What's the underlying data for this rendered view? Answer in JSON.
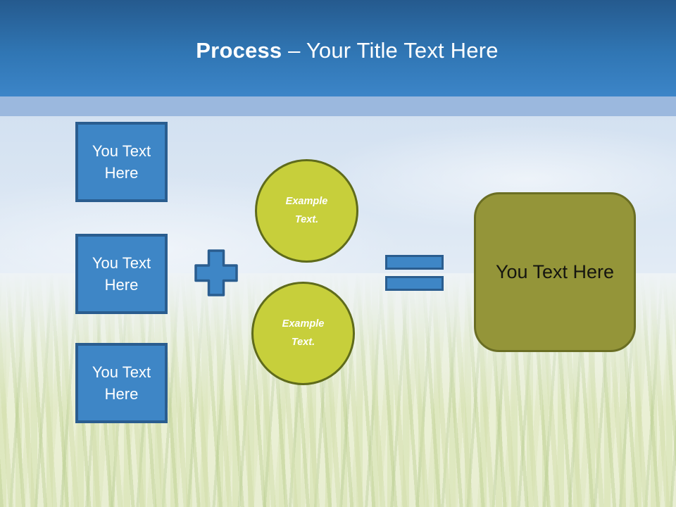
{
  "slide": {
    "title": {
      "bold": "Process",
      "rest": "– Your Title Text Here"
    },
    "inputs": [
      {
        "label": "You Text Here"
      },
      {
        "label": "You Text Here"
      },
      {
        "label": "You Text Here"
      }
    ],
    "operators": {
      "plus": "plus-sign",
      "equals": "equals-sign"
    },
    "examples": [
      {
        "label": "Example Text."
      },
      {
        "label": "Example Text."
      }
    ],
    "result": {
      "label": "You Text Here"
    },
    "colors": {
      "header_top": "#255a8e",
      "header_bottom": "#3c85c8",
      "subband": "#9bb8de",
      "shape_blue": "#3e86c6",
      "shape_blue_border": "#2a5d8f",
      "circle_fill": "#c7cf3b",
      "circle_border": "#5f6b1b",
      "result_fill": "#949539",
      "result_border": "#6a6e24",
      "title_text": "#ffffff",
      "box_text": "#ffffff",
      "result_text": "#151510"
    }
  }
}
